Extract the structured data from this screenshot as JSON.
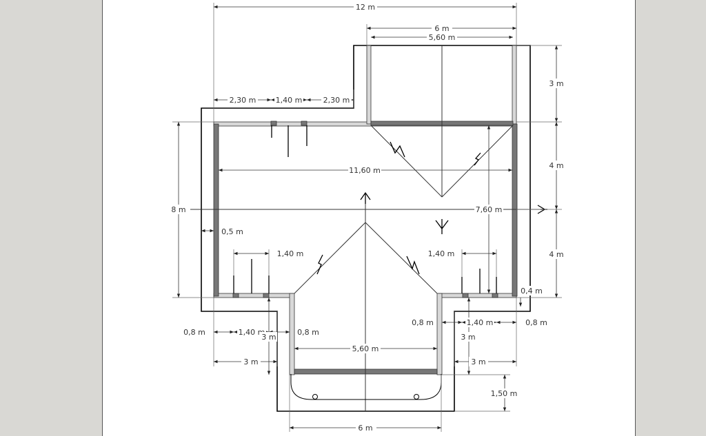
{
  "colors": {
    "background": "#d9d8d4",
    "sheet": "#ffffff",
    "wall_dark": "#777777",
    "wall_light": "#d8d8d8",
    "line": "#000000"
  },
  "dimensions": {
    "top_total": "12 m",
    "wing_width": "6 m",
    "wing_inner": "5,60 m",
    "wing_depth": "3 m",
    "left_seg": "2,30 m",
    "window_top": "1,40 m",
    "right_seg": "2,30 m",
    "body_inner": "11,60 m",
    "body_height": "8 m",
    "body_half_top": "4 m",
    "body_half_bottom": "4 m",
    "overhang": "0,5 m",
    "window_left": "1,40 m",
    "window_right": "1,40 m",
    "inner_height": "7,60 m",
    "wall_thickness": "0,4 m",
    "left_edge": "0,8 m",
    "left_win": "1,40 m",
    "left_step": "0,8 m",
    "porch_depth_left": "3 m",
    "porch_inner": "5,60 m",
    "right_step": "0,8 m",
    "right_win": "1,40 m",
    "right_edge": "0,8 m",
    "porch_depth_right": "3 m",
    "left_wing_width": "3 m",
    "right_wing_width": "3 m",
    "porch_ext": "1,50 m",
    "bottom_total": "6 m"
  }
}
